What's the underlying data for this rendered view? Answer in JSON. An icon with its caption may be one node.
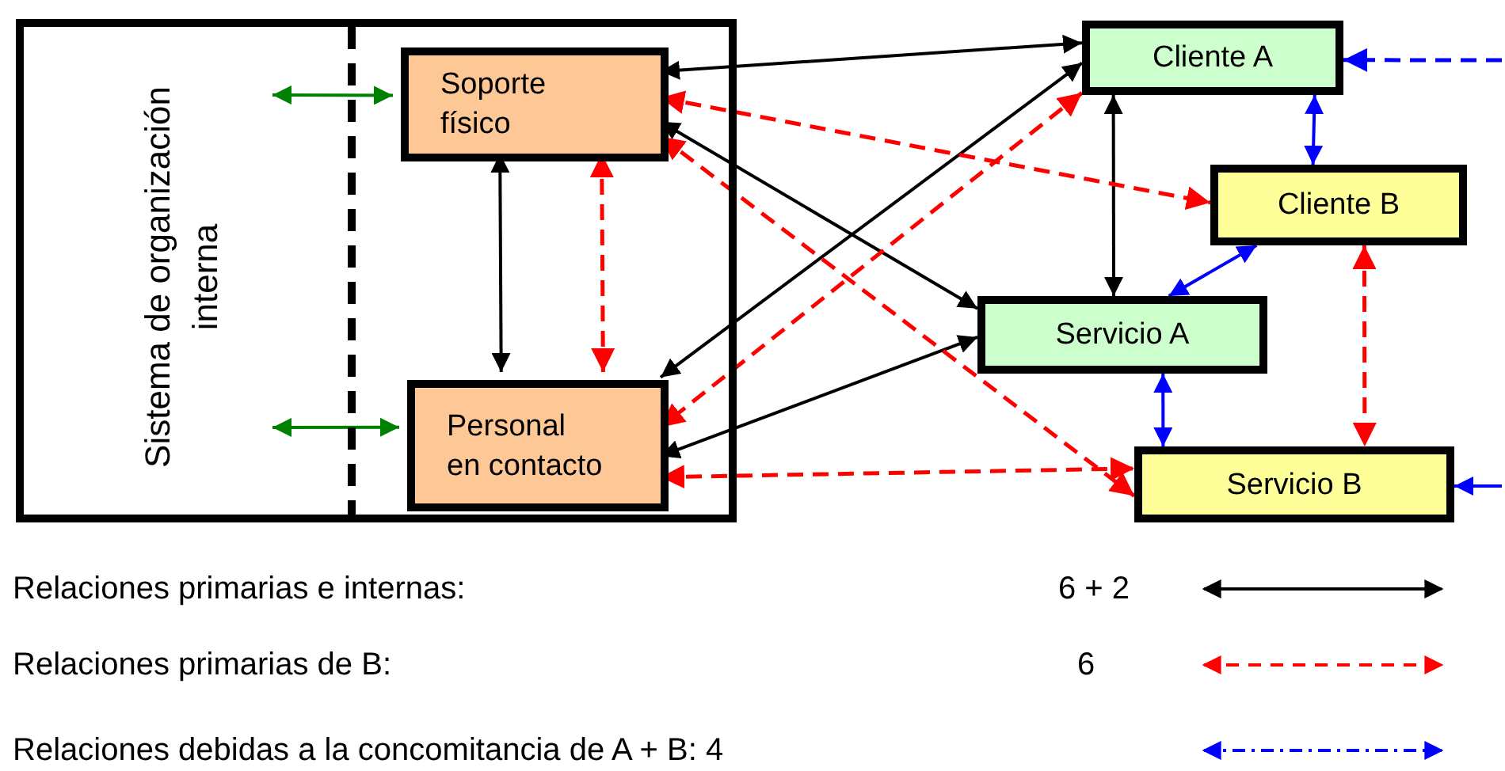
{
  "diagram": {
    "nodes": [
      {
        "text": [
          "Sistema de organización interna"
        ]
      },
      {
        "text": [
          "Soporte físico"
        ],
        "in": 0
      },
      {
        "text": [
          "Personal en contacto"
        ],
        "in": 0
      },
      {
        "text": [
          "Cliente A"
        ]
      },
      {
        "text": [
          "Cliente B"
        ]
      },
      {
        "text": [
          "Servicio A"
        ]
      },
      {
        "text": [
          "Servicio B"
        ]
      }
    ],
    "edges": [
      {
        "from": null,
        "to": 1,
        "arrow": "both",
        "color": "#008000"
      },
      {
        "from": null,
        "to": 2,
        "arrow": "both",
        "color": "#008000"
      },
      {
        "from": 1,
        "to": 2,
        "arrow": "both"
      },
      {
        "from": 1,
        "to": 3,
        "arrow": "both"
      },
      {
        "from": 1,
        "to": 5,
        "arrow": "both"
      },
      {
        "from": 3,
        "to": 2,
        "arrow": "both"
      },
      {
        "from": 5,
        "to": 2,
        "arrow": "both"
      },
      {
        "from": 3,
        "to": 5,
        "arrow": "both"
      },
      {
        "from": 1,
        "to": 2,
        "arrow": "both",
        "style": "dashed",
        "color": "#ff0000"
      },
      {
        "from": 1,
        "to": 4,
        "arrow": "both",
        "style": "dashed",
        "color": "#ff0000"
      },
      {
        "from": 1,
        "to": 6,
        "arrow": "both",
        "style": "dashed",
        "color": "#ff0000"
      },
      {
        "from": 3,
        "to": 2,
        "arrow": "both",
        "style": "dashed",
        "color": "#ff0000"
      },
      {
        "from": 2,
        "to": 6,
        "arrow": "both",
        "style": "dashed",
        "color": "#ff0000"
      },
      {
        "from": 4,
        "to": 6,
        "arrow": "both",
        "style": "dashed",
        "color": "#ff0000"
      },
      {
        "from": 3,
        "to": 4,
        "arrow": "both",
        "color": "#0000ff"
      },
      {
        "from": 4,
        "to": 5,
        "arrow": "both",
        "color": "#0000ff"
      },
      {
        "from": 5,
        "to": 6,
        "arrow": "both",
        "color": "#0000ff"
      },
      {
        "from": null,
        "to": 3,
        "arrow": "to",
        "style": "dashed",
        "color": "#0000ff"
      },
      {
        "from": null,
        "to": 6,
        "arrow": "to",
        "color": "#0000ff"
      }
    ],
    "labels": [
      "6 + 2",
      "6"
    ],
    "legend": [
      {
        "text": "Relaciones primarias e internas:"
      },
      {
        "text": "Relaciones primarias de B:"
      },
      {
        "text": "Relaciones debidas a la concomitancia de A + B: 4"
      }
    ]
  }
}
